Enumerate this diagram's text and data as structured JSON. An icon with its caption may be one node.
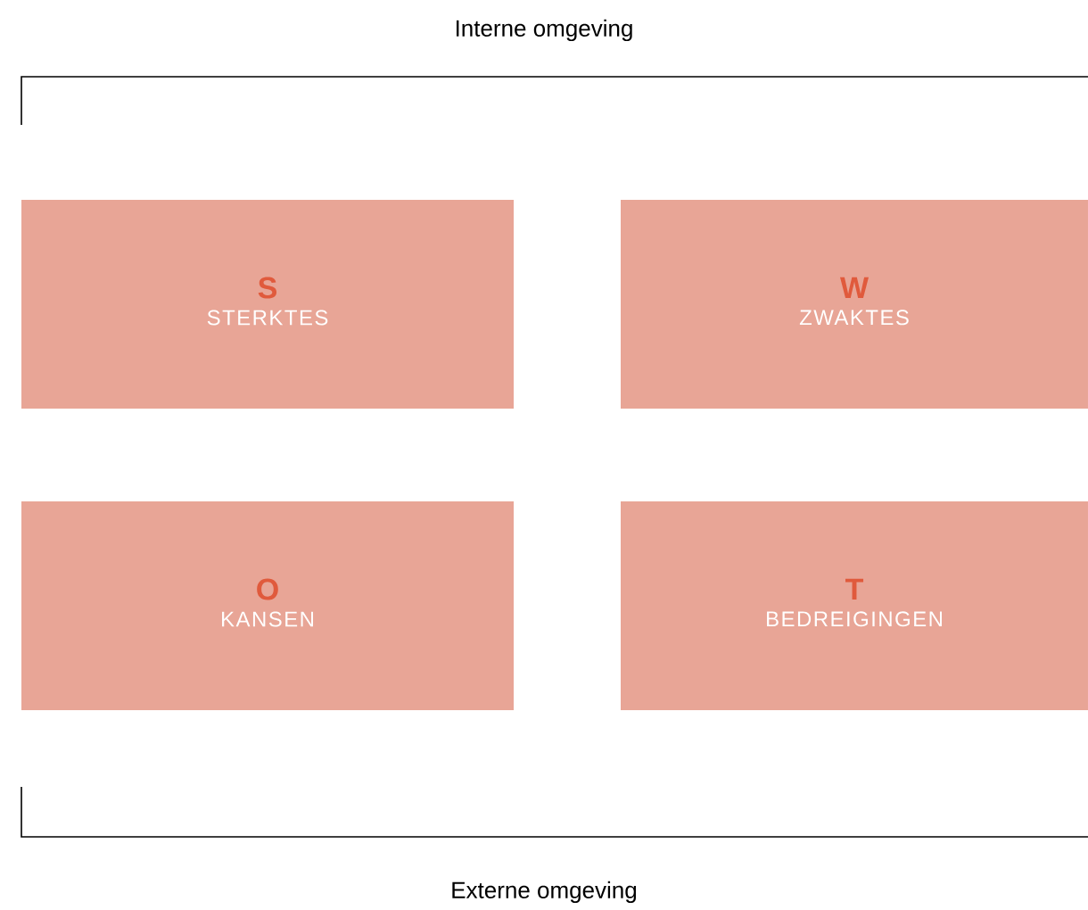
{
  "diagram": {
    "nodes": [
      {
        "text": [
          "S",
          "STERKTES"
        ]
      },
      {
        "text": [
          "W",
          "ZWAKTES"
        ]
      },
      {
        "text": [
          "O",
          "KANSEN"
        ]
      },
      {
        "text": [
          "T",
          "BEDREIGINGEN"
        ]
      }
    ],
    "labels": [
      "Interne omgeving",
      "Externe omgeving"
    ]
  }
}
